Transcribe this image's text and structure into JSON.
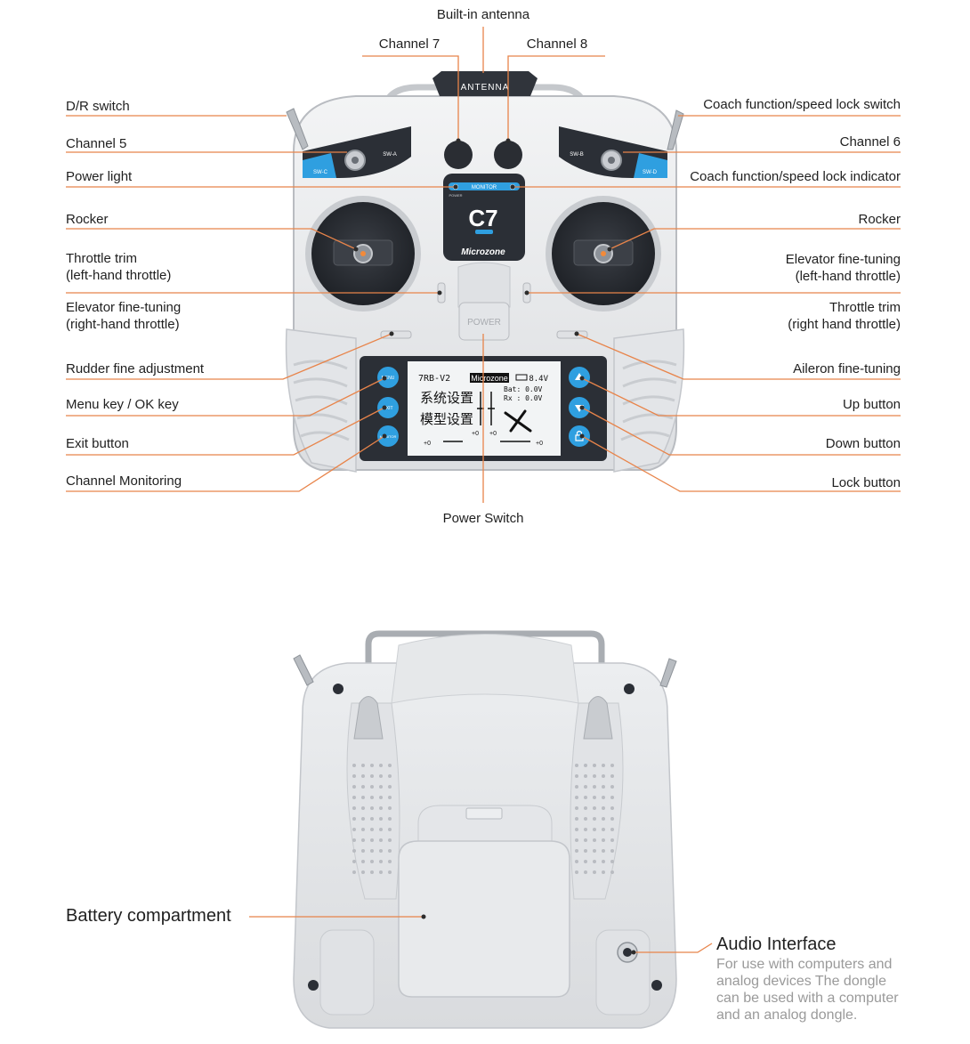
{
  "colors": {
    "leader": "#e8844a",
    "body": "#e9eaec",
    "body_shadow": "#c9ccd0",
    "accent_blue": "#2f9fe0",
    "dark": "#2b2f36",
    "screen": "#f2f4f5"
  },
  "front_labels": {
    "built_in_antenna": "Built-in antenna",
    "channel_7": "Channel 7",
    "channel_8": "Channel 8",
    "dr_switch": "D/R switch",
    "coach_switch": "Coach function/speed lock switch",
    "channel_5": "Channel 5",
    "channel_6": "Channel 6",
    "power_light": "Power light",
    "coach_indicator": "Coach function/speed lock indicator",
    "rocker_left": "Rocker",
    "rocker_right": "Rocker",
    "throttle_trim_left": "Throttle trim\n(left-hand throttle)",
    "elevator_tuning_left": "Elevator fine-tuning\n(left-hand throttle)",
    "elevator_tuning_right": "Elevator fine-tuning\n(right-hand throttle)",
    "throttle_trim_right": "Throttle trim\n(right hand throttle)",
    "rudder_adjustment": "Rudder fine adjustment",
    "aileron_tuning": "Aileron fine-tuning",
    "menu_key": "Menu key / OK key",
    "up_button": "Up button",
    "exit_button": "Exit button",
    "down_button": "Down button",
    "channel_monitoring": "Channel Monitoring",
    "lock_button": "Lock button",
    "power_switch": "Power Switch"
  },
  "back_labels": {
    "battery_compartment": "Battery compartment",
    "audio_interface": "Audio Interface",
    "audio_description": "For use with computers and analog devices The dongle can be used with a computer and an analog dongle."
  },
  "device": {
    "antenna_badge": "ANTENNA",
    "sw_a": "SW-A",
    "sw_b": "SW-B",
    "sw_c": "SW-C",
    "sw_d": "SW-D",
    "monitor": "MONITOR",
    "power_small": "POWER",
    "model": "C7",
    "brand": "Microzone",
    "power_button": "POWER",
    "menu_btn": "MENU",
    "exit_btn": "EXIT",
    "monitor_btn": "MONITOR"
  },
  "lcd": {
    "line1": "7RB-V2",
    "brand": "Microzone",
    "voltage": "8.4V",
    "bat": "Bat: 0.0V",
    "rx": "Rx : 0.0V",
    "menu_system": "系统设置",
    "menu_model": "模型设置",
    "trim_value": "+0"
  }
}
